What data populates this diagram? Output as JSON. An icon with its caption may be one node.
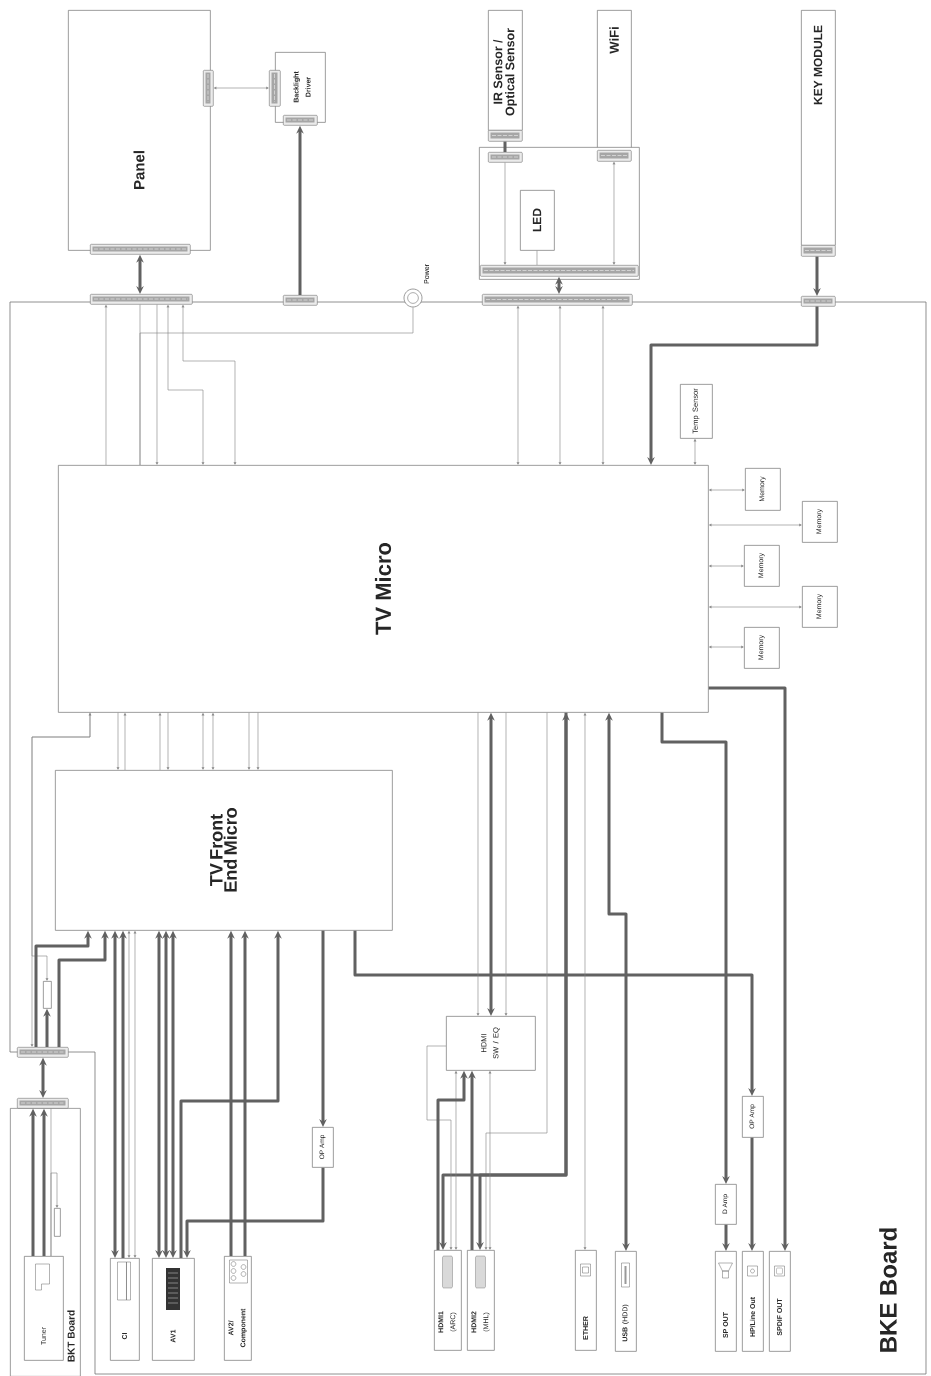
{
  "diagram": {
    "nodes": [
      {
        "text": [
          "BKE Board"
        ]
      },
      {
        "text": [
          "Panel"
        ]
      },
      {
        "text": [],
        "shape": "connector"
      },
      {
        "text": [],
        "shape": "connector"
      },
      {
        "text": [
          "Backlight Driver"
        ]
      },
      {
        "text": [],
        "shape": "connector"
      },
      {
        "text": [],
        "shape": "connector"
      },
      {
        "text": [],
        "shape": "connector"
      },
      {
        "text": [],
        "shape": "connector"
      },
      {
        "text": [],
        "shape": "circle",
        "beside": [
          "Power"
        ]
      },
      {
        "text": [
          "IR Sensor / Optical Sensor"
        ]
      },
      {
        "text": [],
        "shape": "connector"
      },
      {
        "text": [
          "WiFi"
        ]
      },
      {
        "text": [],
        "shape": "box"
      },
      {
        "text": [],
        "shape": "connector",
        "in": 13
      },
      {
        "text": [
          "LED"
        ],
        "in": 13
      },
      {
        "text": [],
        "shape": "connector",
        "in": 13
      },
      {
        "text": [],
        "shape": "connector",
        "in": 13
      },
      {
        "text": [],
        "shape": "connector"
      },
      {
        "text": [
          "KEY MODULE"
        ]
      },
      {
        "text": [],
        "shape": "connector"
      },
      {
        "text": [],
        "shape": "connector"
      },
      {
        "text": [
          "TV Micro"
        ],
        "in": 0
      },
      {
        "text": [
          "Temp Sensor"
        ],
        "in": 0
      },
      {
        "text": [
          "Memory"
        ],
        "in": 0
      },
      {
        "text": [
          "Memory"
        ],
        "in": 0
      },
      {
        "text": [
          "Memory"
        ],
        "in": 0
      },
      {
        "text": [
          "Memory"
        ],
        "in": 0
      },
      {
        "text": [
          "Memory"
        ],
        "in": 0
      },
      {
        "text": [
          "TV Front End Micro"
        ],
        "in": 0
      },
      {
        "text": [],
        "shape": "connector"
      },
      {
        "text": [],
        "shape": "box",
        "in": 0
      },
      {
        "text": [
          "BKT Board"
        ]
      },
      {
        "text": [],
        "shape": "connector"
      },
      {
        "text": [
          "Tuner"
        ],
        "in": 32
      },
      {
        "text": [],
        "shape": "box",
        "in": 32
      },
      {
        "text": [
          "CI"
        ],
        "in": 0
      },
      {
        "text": [
          "AV1"
        ],
        "in": 0
      },
      {
        "text": [
          "AV2/ Component"
        ],
        "in": 0
      },
      {
        "text": [
          "OP Amp"
        ],
        "in": 0
      },
      {
        "text": [
          "HDMI SW / EQ"
        ],
        "in": 0
      },
      {
        "text": [
          "HDMI1",
          "(ARC)"
        ],
        "in": 0
      },
      {
        "text": [
          "HDMI2",
          "(MHL)"
        ],
        "in": 0
      },
      {
        "text": [
          "ETHER"
        ],
        "in": 0
      },
      {
        "text": [
          "USB",
          "(HDD)"
        ],
        "in": 0
      },
      {
        "text": [
          "D Amp"
        ],
        "in": 0
      },
      {
        "text": [
          "SP OUT"
        ],
        "in": 0
      },
      {
        "text": [
          "HP/Line Out"
        ],
        "in": 0
      },
      {
        "text": [
          "SPDIF OUT"
        ],
        "in": 0
      },
      {
        "text": [
          "OP Amp"
        ],
        "in": 0
      }
    ],
    "edges": [
      {
        "from": 2,
        "to": 7,
        "arrow": "both",
        "style": "thick"
      },
      {
        "from": 3,
        "to": 5,
        "arrow": "both"
      },
      {
        "from": 8,
        "to": 6,
        "arrow": "to",
        "style": "thick"
      },
      {
        "from": 11,
        "to": 16,
        "arrow": "none",
        "style": "thick"
      },
      {
        "from": 16,
        "to": 17,
        "arrow": "to"
      },
      {
        "from": 14,
        "to": 17,
        "arrow": "both"
      },
      {
        "from": 15,
        "to": 17,
        "arrow": "none"
      },
      {
        "from": 17,
        "to": 18,
        "arrow": "both",
        "style": "thick"
      },
      {
        "from": 20,
        "to": 21,
        "arrow": "to",
        "style": "thick"
      },
      {
        "from": 21,
        "to": 22,
        "arrow": "to",
        "style": "thick"
      },
      {
        "from": 18,
        "to": 22,
        "arrow": "both"
      },
      {
        "from": 18,
        "to": 22,
        "arrow": "both"
      },
      {
        "from": 18,
        "to": 22,
        "arrow": "both"
      },
      {
        "from": 23,
        "to": 22,
        "arrow": "both"
      },
      {
        "from": 22,
        "to": 24,
        "arrow": "both"
      },
      {
        "from": 22,
        "to": 25,
        "arrow": "both"
      },
      {
        "from": 22,
        "to": 26,
        "arrow": "both"
      },
      {
        "from": 22,
        "to": 27,
        "arrow": "both"
      },
      {
        "from": 22,
        "to": 28,
        "arrow": "both"
      },
      {
        "from": 22,
        "to": 7,
        "arrow": "to"
      },
      {
        "from": 7,
        "to": 22,
        "arrow": "none"
      },
      {
        "from": 9,
        "to": 22,
        "arrow": "none"
      },
      {
        "from": 7,
        "to": 22,
        "arrow": "to"
      },
      {
        "from": 7,
        "to": 22,
        "arrow": "both"
      },
      {
        "from": 7,
        "to": 22,
        "arrow": "both"
      },
      {
        "from": 22,
        "to": 29,
        "arrow": "to"
      },
      {
        "from": 29,
        "to": 22,
        "arrow": "to"
      },
      {
        "from": 29,
        "to": 22,
        "arrow": "to"
      },
      {
        "from": 22,
        "to": 29,
        "arrow": "to"
      },
      {
        "from": 22,
        "to": 29,
        "arrow": "both"
      },
      {
        "from": 22,
        "to": 29,
        "arrow": "both"
      },
      {
        "from": 22,
        "to": 29,
        "arrow": "to"
      },
      {
        "from": 22,
        "to": 29,
        "arrow": "to"
      },
      {
        "from": 22,
        "to": 30,
        "arrow": "both"
      },
      {
        "from": 22,
        "to": 31,
        "arrow": "to"
      },
      {
        "from": 30,
        "to": 29,
        "arrow": "to",
        "style": "thick"
      },
      {
        "from": 30,
        "to": 31,
        "arrow": "to",
        "style": "thick"
      },
      {
        "from": 30,
        "to": 29,
        "arrow": "to",
        "style": "thick"
      },
      {
        "from": 30,
        "to": 33,
        "arrow": "both",
        "style": "thick"
      },
      {
        "from": 34,
        "to": 33,
        "arrow": "to",
        "style": "thick"
      },
      {
        "from": 34,
        "to": 33,
        "arrow": "to",
        "style": "thick"
      },
      {
        "from": 34,
        "to": 33,
        "arrow": "none"
      },
      {
        "from": 34,
        "to": 35,
        "arrow": "to"
      },
      {
        "from": 29,
        "to": 36,
        "arrow": "both",
        "style": "thick"
      },
      {
        "from": 36,
        "to": 29,
        "arrow": "to",
        "style": "thick"
      },
      {
        "from": 29,
        "to": 36,
        "arrow": "both"
      },
      {
        "from": 29,
        "to": 36,
        "arrow": "both"
      },
      {
        "from": 29,
        "to": 37,
        "arrow": "both",
        "style": "thick"
      },
      {
        "from": 29,
        "to": 37,
        "arrow": "both",
        "style": "thick"
      },
      {
        "from": 29,
        "to": 37,
        "arrow": "both",
        "style": "thick"
      },
      {
        "from": 37,
        "to": 29,
        "arrow": "to",
        "style": "thick"
      },
      {
        "from": 29,
        "to": 39,
        "arrow": "to",
        "style": "thick"
      },
      {
        "from": 39,
        "to": 37,
        "arrow": "to",
        "style": "thick"
      },
      {
        "from": 38,
        "to": 29,
        "arrow": "to",
        "style": "thick"
      },
      {
        "from": 38,
        "to": 29,
        "arrow": "to",
        "style": "thick"
      },
      {
        "from": 29,
        "to": 49,
        "arrow": "to",
        "style": "thick"
      },
      {
        "from": 49,
        "to": 47,
        "arrow": "to",
        "style": "thick"
      },
      {
        "from": 22,
        "to": 40,
        "arrow": "to"
      },
      {
        "from": 22,
        "to": 40,
        "arrow": "both",
        "style": "thick"
      },
      {
        "from": 22,
        "to": 40,
        "arrow": "to"
      },
      {
        "from": 22,
        "to": 42,
        "arrow": "to"
      },
      {
        "from": 22,
        "to": 41,
        "arrow": "both",
        "style": "thick"
      },
      {
        "from": 22,
        "to": 42,
        "arrow": "to",
        "style": "thick"
      },
      {
        "from": 22,
        "to": 43,
        "arrow": "both"
      },
      {
        "from": 22,
        "to": 44,
        "arrow": "both",
        "style": "thick"
      },
      {
        "from": 22,
        "to": 45,
        "arrow": "to",
        "style": "thick"
      },
      {
        "from": 45,
        "to": 46,
        "arrow": "to",
        "style": "thick"
      },
      {
        "from": 22,
        "to": 48,
        "arrow": "to",
        "style": "thick"
      },
      {
        "from": 40,
        "to": 41,
        "arrow": "to"
      },
      {
        "from": 40,
        "to": 41,
        "arrow": "both"
      },
      {
        "from": 41,
        "to": 40,
        "arrow": "to",
        "style": "thick"
      },
      {
        "from": 42,
        "to": 40,
        "arrow": "to",
        "style": "thick"
      },
      {
        "from": 40,
        "to": 42,
        "arrow": "both"
      }
    ]
  }
}
